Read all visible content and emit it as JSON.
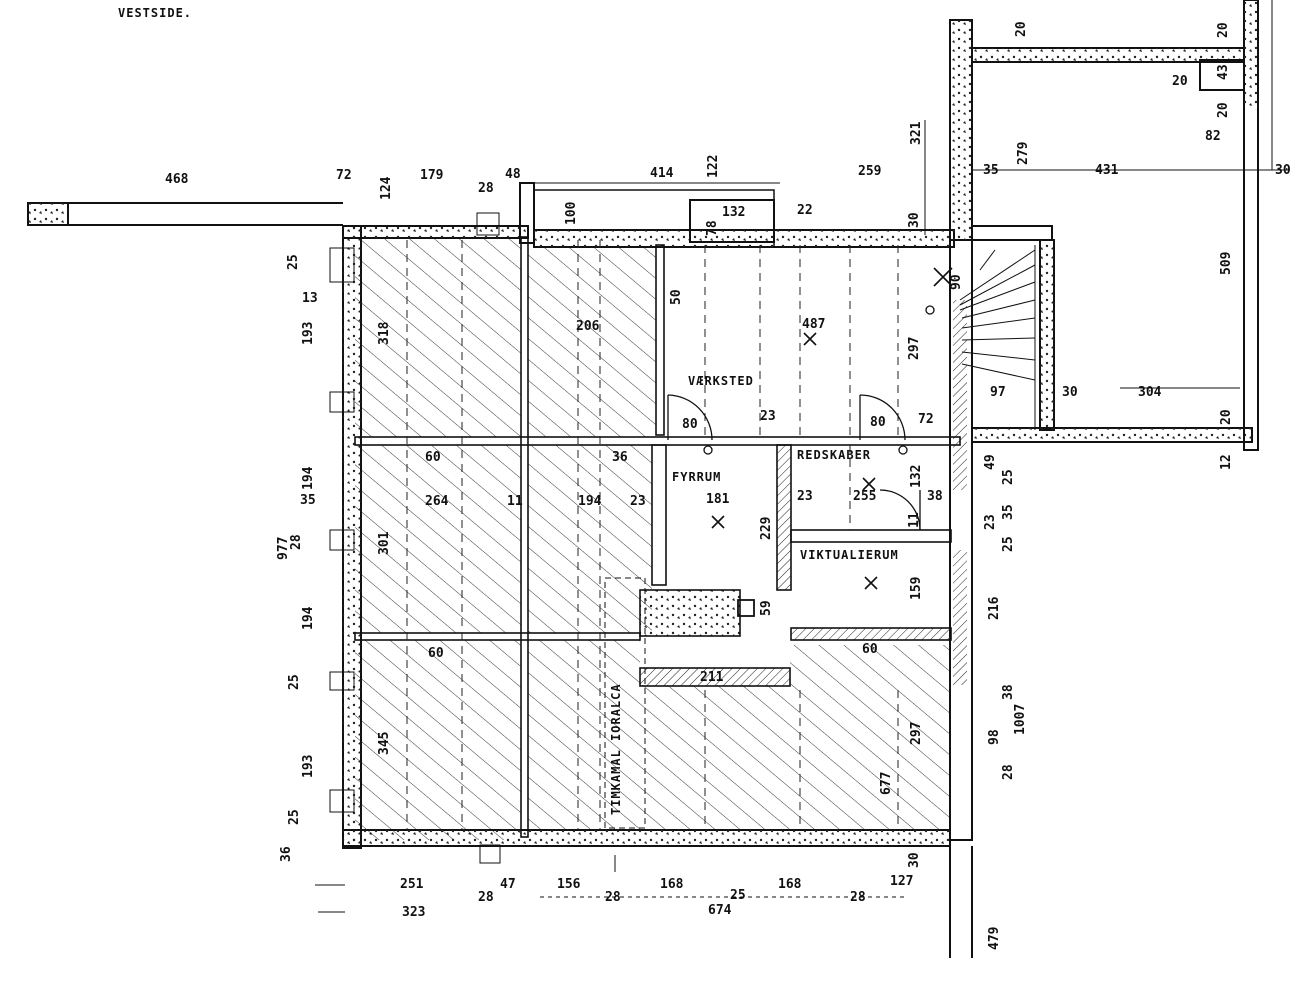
{
  "title": "VESTSIDE.",
  "rooms": {
    "workshop": "VÆRKSTED",
    "boiler": "FYRRUM",
    "tools": "REDSKABER",
    "pantry": "VIKTUALIERUM",
    "hatch": "TIMKAMAL IORALCA"
  },
  "dims": {
    "d468": "468",
    "d72": "72",
    "d124": "124",
    "d179": "179",
    "d48": "48",
    "d28": "28",
    "d414": "414",
    "d122": "122",
    "d259": "259",
    "d321": "321",
    "d20a": "20",
    "d20b": "20",
    "d43": "43",
    "d20c": "20",
    "d20d": "20",
    "d82": "82",
    "d35a": "35",
    "d279": "279",
    "d431": "431",
    "d30a": "30",
    "d509": "509",
    "d100": "100",
    "d132a": "132",
    "d22": "22",
    "d78": "78",
    "d30b": "30",
    "d318": "318",
    "d206": "206",
    "d50": "50",
    "d487": "487",
    "d297a": "297",
    "d90": "90",
    "d97": "97",
    "d30c": "30",
    "d304": "304",
    "d20e": "20",
    "d12": "12",
    "d25a": "25",
    "d193a": "193",
    "d194a": "194",
    "d35b": "35",
    "d977": "977",
    "d28b": "28",
    "d194b": "194",
    "d25b": "25",
    "d193b": "193",
    "d13a": "13",
    "d25c": "25",
    "d36": "36",
    "d80a": "80",
    "d23a": "23",
    "d80b": "80",
    "d72b": "72",
    "d60a": "60",
    "d36b": "36",
    "d264": "264",
    "d11a": "11",
    "d194c": "194",
    "d23b": "23",
    "d181": "181",
    "d229": "229",
    "d23c": "23",
    "d255": "255",
    "d132b": "132",
    "d11b": "11",
    "d38": "38",
    "d301": "301",
    "d49": "49",
    "d25d": "25",
    "d35c": "35",
    "d23d": "23",
    "d25e": "25",
    "d159": "159",
    "d216": "216",
    "d60b": "60",
    "d60c": "60",
    "d211": "211",
    "d59": "59",
    "d345": "345",
    "d297b": "297",
    "d677": "677",
    "d38b": "38",
    "d1007": "1007",
    "d98": "98",
    "d28c": "28",
    "d251": "251",
    "d47": "47",
    "d156": "156",
    "d168a": "168",
    "d168b": "168",
    "d127": "127",
    "d28d": "28",
    "d28e": "28",
    "d28f": "28",
    "d25f": "25",
    "d323": "323",
    "d674": "674",
    "d30d": "30",
    "d479": "479"
  }
}
